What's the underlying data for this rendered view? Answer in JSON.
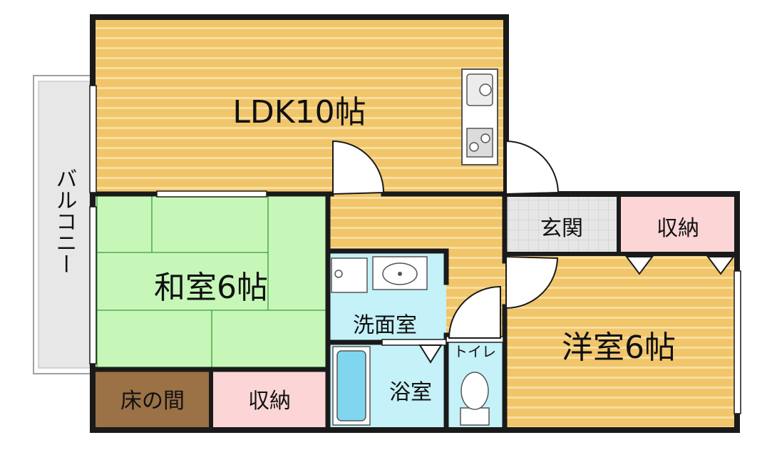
{
  "rooms": {
    "ldk": "LDK10帖",
    "washitsu": "和室6帖",
    "yoshitsu": "洋室6帖",
    "genkan": "玄関",
    "storage_right": "収納",
    "storage_bottom": "収納",
    "washroom": "洗面室",
    "bath": "浴室",
    "toilet": "トイレ",
    "tokonoma": "床の間",
    "balcony": "バルコニー"
  },
  "colors": {
    "wood_floor": "#f1c56a",
    "wood_stripe": "#f8dea0",
    "tatami": "#c6f7b8",
    "storage": "#fcd6d6",
    "wet_area": "#c5f1f8",
    "tokonoma": "#9b7146",
    "genkan_tile": "#e2e2e2",
    "balcony": "#e7e7e7",
    "wall": "#1a1a1a"
  }
}
